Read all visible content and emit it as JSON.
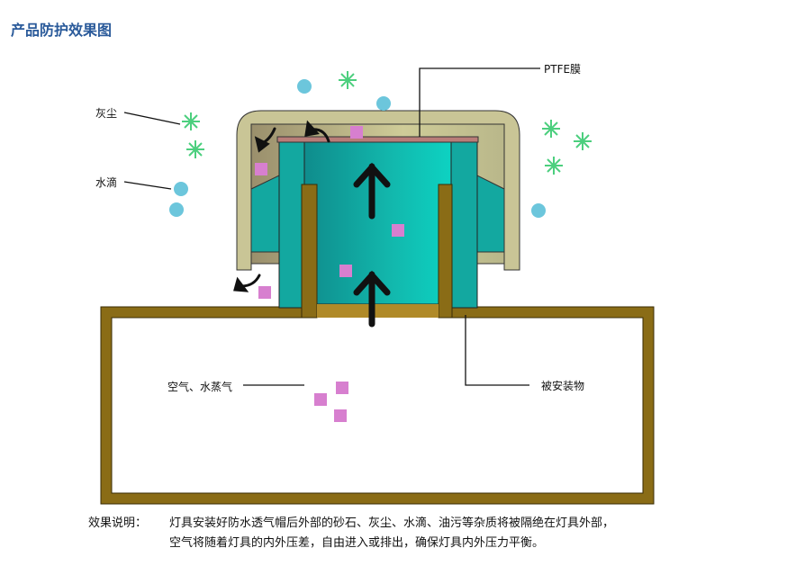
{
  "title": "产品防护效果图",
  "labels": {
    "ptfe": "PTFE膜",
    "dust": "灰尘",
    "water": "水滴",
    "air": "空气、水蒸气",
    "mounted": "被安装物"
  },
  "description": {
    "label": "效果说明：",
    "line1": "灯具安装好防水透气帽后外部的砂石、灰尘、水滴、油污等杂质将被隔绝在灯具外部，",
    "line2": "空气将随着灯具的内外压差，自由进入或排出，确保灯具内外压力平衡。"
  },
  "colors": {
    "cap": "#c9c596",
    "teal": "#13a8a0",
    "housing": "#8a6c16",
    "membrane": "#b97d78",
    "particle": "#d77fcf",
    "drop": "#6cc6dc",
    "dust": "#4ccf7e"
  }
}
